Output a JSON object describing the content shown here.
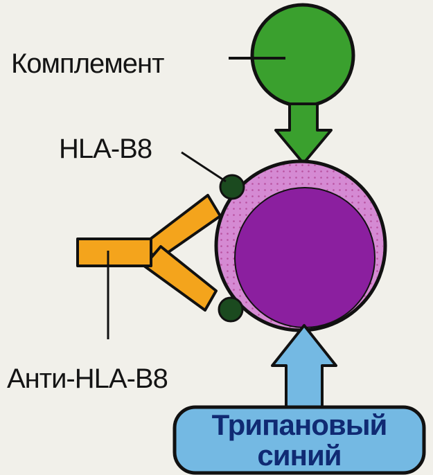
{
  "labels": {
    "complement": "Комплемент",
    "hla_b8": "HLA-B8",
    "anti_hla_b8": "Анти-HLA-B8"
  },
  "trypan_box": {
    "line1": "Трипановый",
    "line2": "синий"
  },
  "colors": {
    "background": "#f1f0ea",
    "complement_green": "#3aa02e",
    "cell_membrane": "#d58ad3",
    "cell_nucleus": "#8b1f9f",
    "antibody_orange": "#f4a41c",
    "hla_dark_green": "#1b4a1f",
    "trypan_blue": "#74b9e3",
    "trypan_text": "#102a73"
  }
}
